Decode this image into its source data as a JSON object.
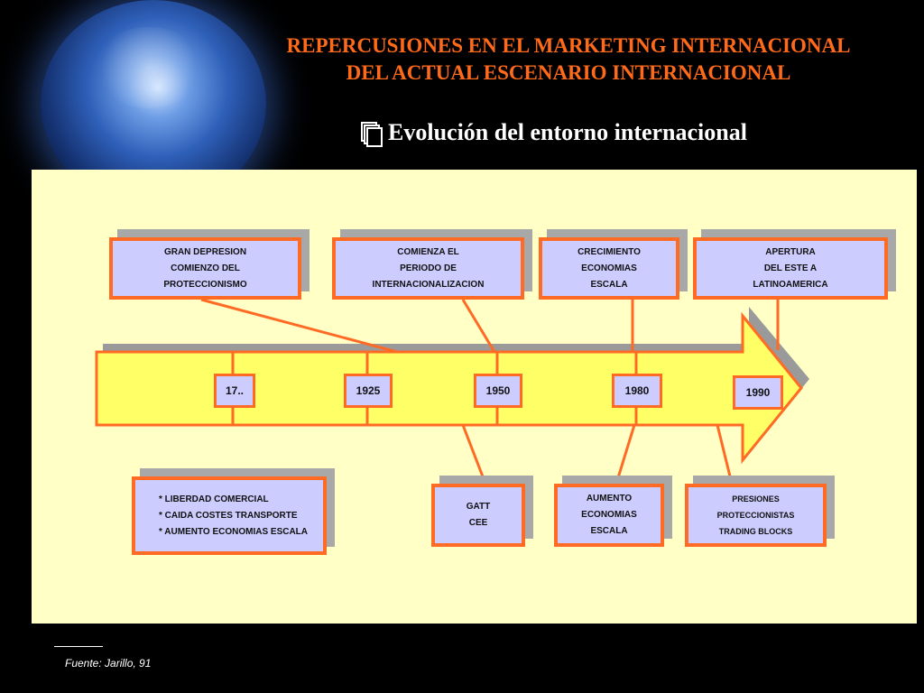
{
  "header": {
    "title_line1": "REPERCUSIONES EN EL MARKETING INTERNACIONAL",
    "title_line2": "DEL ACTUAL ESCENARIO INTERNACIONAL",
    "subtitle": "Evolución del entorno internacional",
    "subtitle_icon": "documents-icon"
  },
  "top_events": [
    {
      "lines": [
        "GRAN DEPRESION",
        "COMIENZO DEL",
        "PROTECCIONISMO"
      ]
    },
    {
      "lines": [
        "COMIENZA EL",
        "PERIODO DE",
        "INTERNACIONALIZACION"
      ]
    },
    {
      "lines": [
        "CRECIMIENTO",
        "ECONOMIAS",
        "ESCALA"
      ]
    },
    {
      "lines": [
        "APERTURA",
        "DEL ESTE A",
        "LATINOAMERICA"
      ]
    }
  ],
  "years": [
    "17..",
    "1925",
    "1950",
    "1980",
    "1990"
  ],
  "bottom_events": [
    {
      "lines": [
        "* LIBERDAD COMERCIAL",
        "* CAIDA COSTES TRANSPORTE",
        "* AUMENTO ECONOMIAS ESCALA"
      ]
    },
    {
      "lines": [
        "GATT",
        "CEE"
      ]
    },
    {
      "lines": [
        "AUMENTO",
        "ECONOMIAS",
        "ESCALA"
      ]
    },
    {
      "lines": [
        "PRESIONES",
        "PROTECCIONISTAS",
        "TRADING BLOCKS"
      ]
    }
  ],
  "colors": {
    "accent": "#ff6a24",
    "box_fill": "#ccccff",
    "panel": "#ffffc6",
    "arrow": "#ffff66"
  },
  "footer": {
    "source": "Fuente: Jarillo, 91"
  }
}
